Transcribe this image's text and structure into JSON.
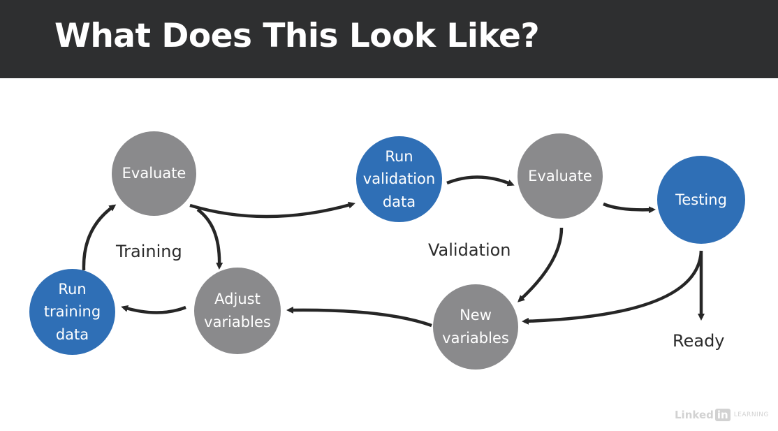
{
  "slide": {
    "title": "What Does This Look Like?"
  },
  "nodes": {
    "evaluate_training": "Evaluate",
    "run_training_data": "Run\ntraining\ndata",
    "adjust_variables": "Adjust\nvariables",
    "run_validation_data": "Run\nvalidation\ndata",
    "evaluate_validation": "Evaluate",
    "new_variables": "New\nvariables",
    "testing": "Testing"
  },
  "labels": {
    "training": "Training",
    "validation": "Validation",
    "ready": "Ready"
  },
  "colors": {
    "header": "#2e2f30",
    "gray_node": "#8a8a8c",
    "blue_node": "#2f6fb6",
    "arrow": "#262626"
  },
  "watermark": {
    "brand": "Linked",
    "brand_box": "in",
    "suffix": "LEARNING"
  }
}
